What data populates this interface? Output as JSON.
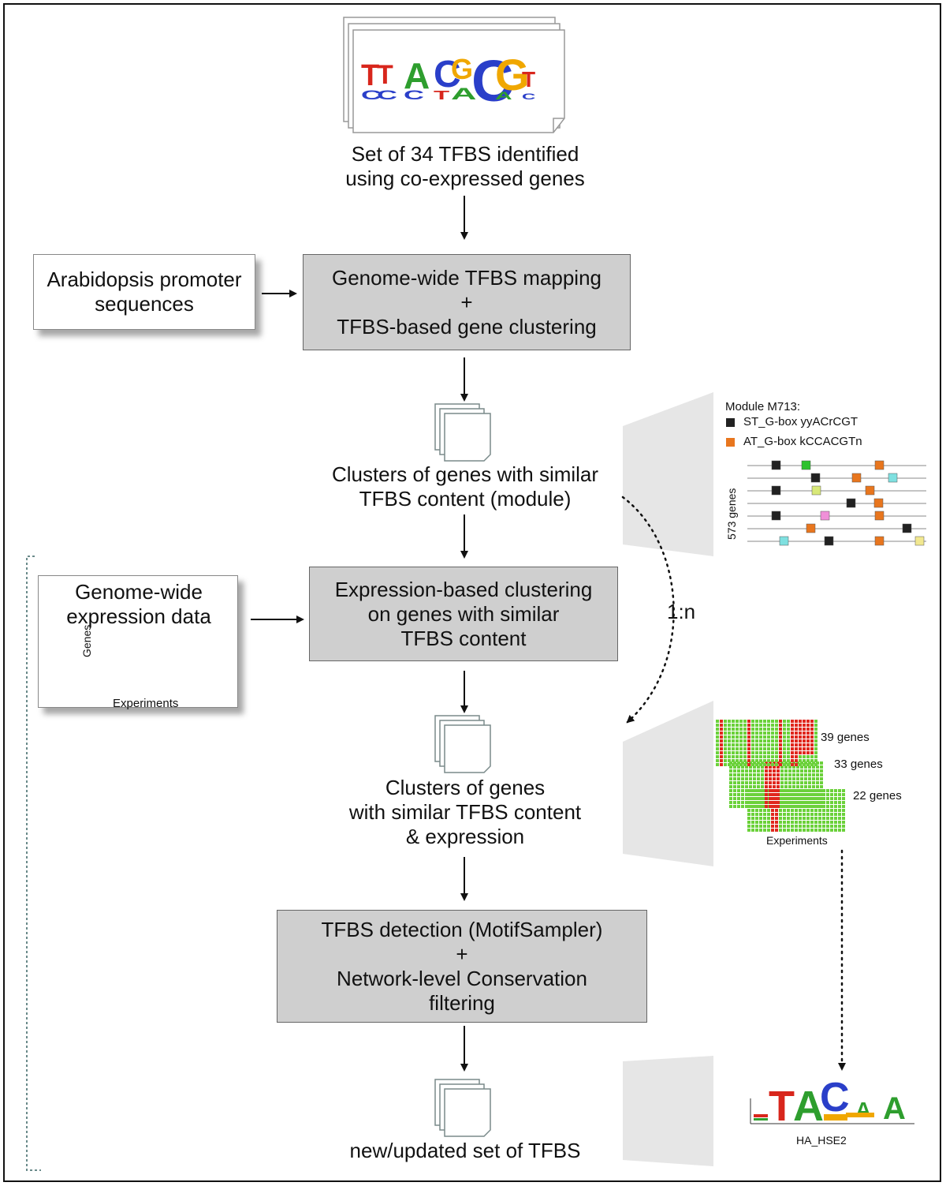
{
  "top_logo": {
    "letters": [
      "T",
      "T",
      "A",
      "C",
      "G",
      "C",
      "G",
      "T"
    ],
    "lower_letters": [
      "C",
      "C",
      "C",
      "T",
      "A",
      "C",
      "A",
      "C"
    ]
  },
  "step1_label": "Set of 34 TFBS identified\nusing co-expressed genes",
  "input1_label": "Arabidopsis promoter\nsequences",
  "process1": {
    "line1": "Genome-wide  TFBS mapping",
    "plus": "+",
    "line2": "TFBS-based  gene clustering"
  },
  "step2_label": "Clusters of genes with similar\nTFBS content (module)",
  "input2": {
    "title": "Genome-wide\nexpression data",
    "ylabel": "Genes",
    "xlabel": "Experiments"
  },
  "process2": {
    "text": "Expression-based   clustering\non genes with  similar\nTFBS content"
  },
  "ratio_label": "1:n",
  "step3_label": "Clusters of genes\nwith similar TFBS content\n& expression",
  "process3": {
    "line1": "TFBS detection  (MotifSampler)",
    "plus": "+",
    "line2": "Network-level  Conservation\nfiltering"
  },
  "step4_label": "new/updated set of TFBS",
  "module_panel": {
    "title": "Module M713:",
    "legend": [
      {
        "color": "#222222",
        "label": "ST_G-box yyACrCGT"
      },
      {
        "color": "#e8761e",
        "label": "AT_G-box kCCACGTn"
      }
    ],
    "ylabel": "573 genes"
  },
  "cluster_panel": {
    "labels": [
      "39 genes",
      "33 genes",
      "22 genes"
    ],
    "xlabel": "Experiments"
  },
  "logo_panel": {
    "name": "HA_HSE2",
    "letters": [
      "T",
      "A",
      "C",
      "A",
      "A"
    ]
  }
}
